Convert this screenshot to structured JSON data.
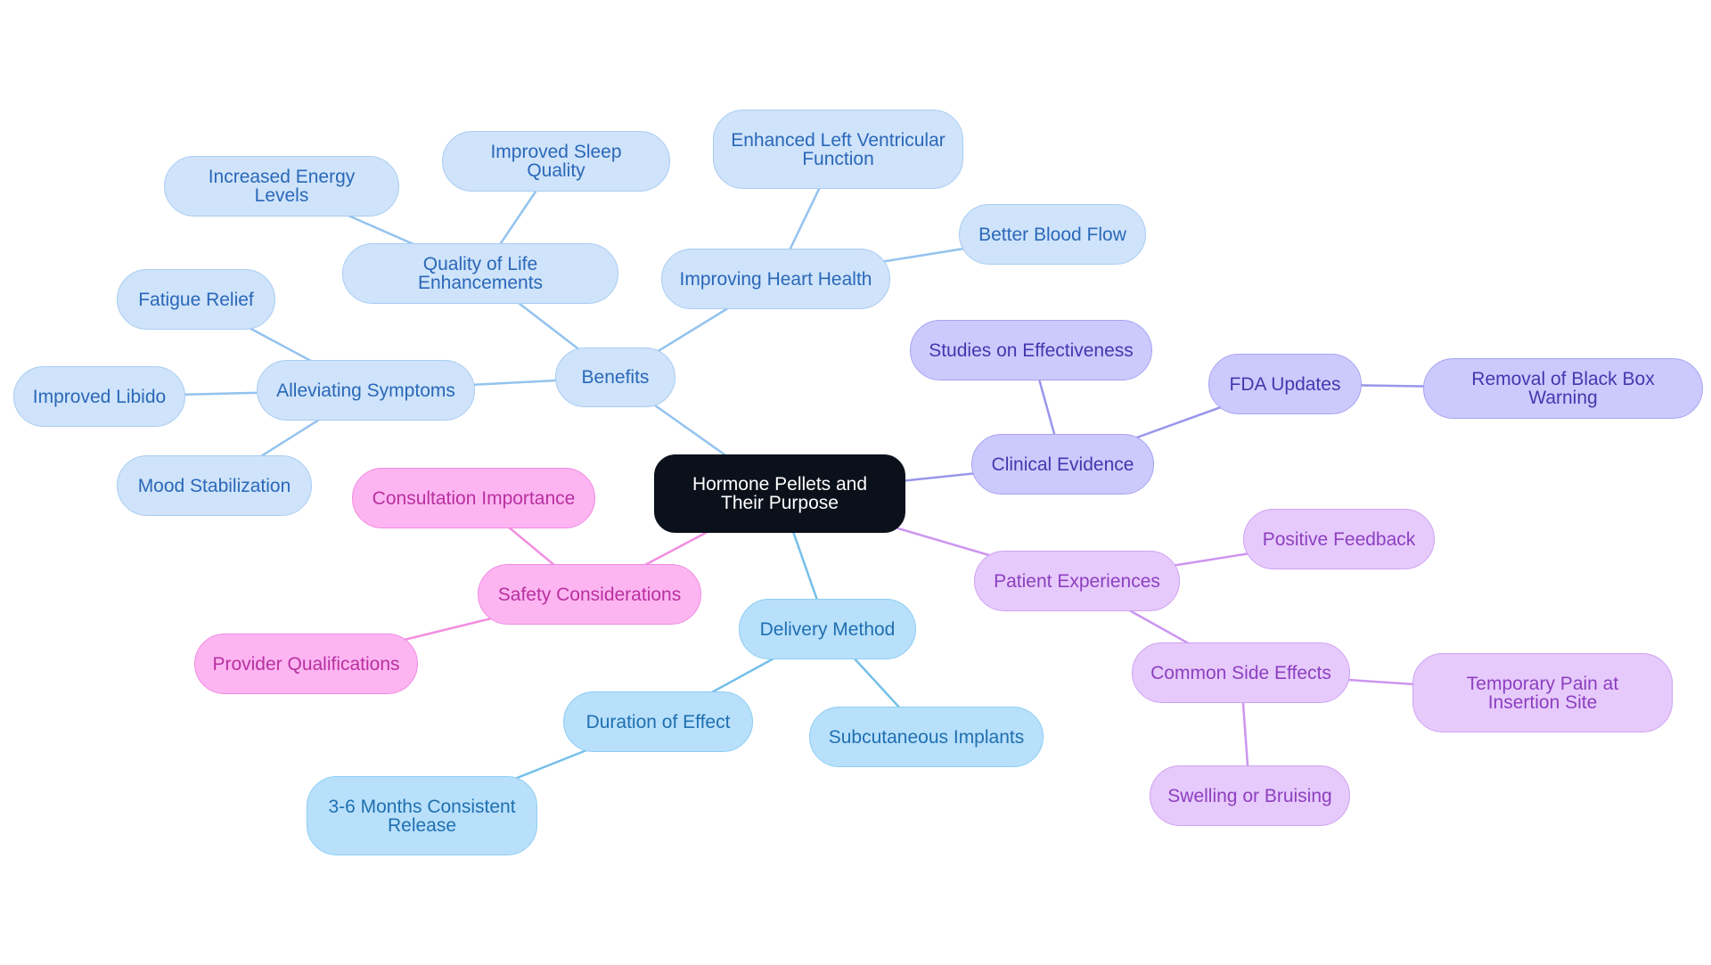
{
  "mindmap": {
    "root": {
      "id": "root",
      "label": "Hormone Pellets and Their Purpose",
      "branch": "root"
    },
    "nodes": [
      {
        "id": "benefits",
        "label": "Benefits",
        "branch": "benefits",
        "parent": "root"
      },
      {
        "id": "qol",
        "label": "Quality of Life Enhancements",
        "branch": "benefits",
        "parent": "benefits"
      },
      {
        "id": "energy",
        "label": "Increased Energy Levels",
        "branch": "benefits",
        "parent": "qol"
      },
      {
        "id": "sleep",
        "label": "Improved Sleep Quality",
        "branch": "benefits",
        "parent": "qol"
      },
      {
        "id": "heart",
        "label": "Improving Heart Health",
        "branch": "benefits",
        "parent": "benefits"
      },
      {
        "id": "lvf",
        "label": "Enhanced Left Ventricular Function",
        "branch": "benefits",
        "parent": "heart"
      },
      {
        "id": "blood",
        "label": "Better Blood Flow",
        "branch": "benefits",
        "parent": "heart"
      },
      {
        "id": "symptoms",
        "label": "Alleviating Symptoms",
        "branch": "benefits",
        "parent": "benefits"
      },
      {
        "id": "fatigue",
        "label": "Fatigue Relief",
        "branch": "benefits",
        "parent": "symptoms"
      },
      {
        "id": "libido",
        "label": "Improved Libido",
        "branch": "benefits",
        "parent": "symptoms"
      },
      {
        "id": "mood",
        "label": "Mood Stabilization",
        "branch": "benefits",
        "parent": "symptoms"
      },
      {
        "id": "safety",
        "label": "Safety Considerations",
        "branch": "safety",
        "parent": "root"
      },
      {
        "id": "consult",
        "label": "Consultation Importance",
        "branch": "safety",
        "parent": "safety"
      },
      {
        "id": "provider",
        "label": "Provider Qualifications",
        "branch": "safety",
        "parent": "safety"
      },
      {
        "id": "delivery",
        "label": "Delivery Method",
        "branch": "delivery",
        "parent": "root"
      },
      {
        "id": "duration",
        "label": "Duration of Effect",
        "branch": "delivery",
        "parent": "delivery"
      },
      {
        "id": "months",
        "label": "3-6 Months Consistent Release",
        "branch": "delivery",
        "parent": "duration"
      },
      {
        "id": "implants",
        "label": "Subcutaneous Implants",
        "branch": "delivery",
        "parent": "delivery"
      },
      {
        "id": "clinical",
        "label": "Clinical Evidence",
        "branch": "clinical",
        "parent": "root"
      },
      {
        "id": "studies",
        "label": "Studies on Effectiveness",
        "branch": "clinical",
        "parent": "clinical"
      },
      {
        "id": "fda",
        "label": "FDA Updates",
        "branch": "clinical",
        "parent": "clinical"
      },
      {
        "id": "blackbox",
        "label": "Removal of Black Box Warning",
        "branch": "clinical",
        "parent": "fda"
      },
      {
        "id": "patient",
        "label": "Patient Experiences",
        "branch": "patient",
        "parent": "root"
      },
      {
        "id": "positive",
        "label": "Positive Feedback",
        "branch": "patient",
        "parent": "patient"
      },
      {
        "id": "sidefx",
        "label": "Common Side Effects",
        "branch": "patient",
        "parent": "patient"
      },
      {
        "id": "pain",
        "label": "Temporary Pain at Insertion Site",
        "branch": "patient",
        "parent": "sidefx"
      },
      {
        "id": "swelling",
        "label": "Swelling or Bruising",
        "branch": "patient",
        "parent": "sidefx"
      }
    ]
  },
  "colors": {
    "root": "#0b111b",
    "benefits": "#cfe3fa",
    "delivery": "#b8e0fb",
    "safety": "#fdb5f2",
    "clinical": "#cccafd",
    "patient": "#e6cafc",
    "edge_benefits": "#93c3ee",
    "edge_delivery": "#74bfea",
    "edge_safety": "#f28ee0",
    "edge_clinical": "#9a95ec",
    "edge_patient": "#cc95f0"
  }
}
